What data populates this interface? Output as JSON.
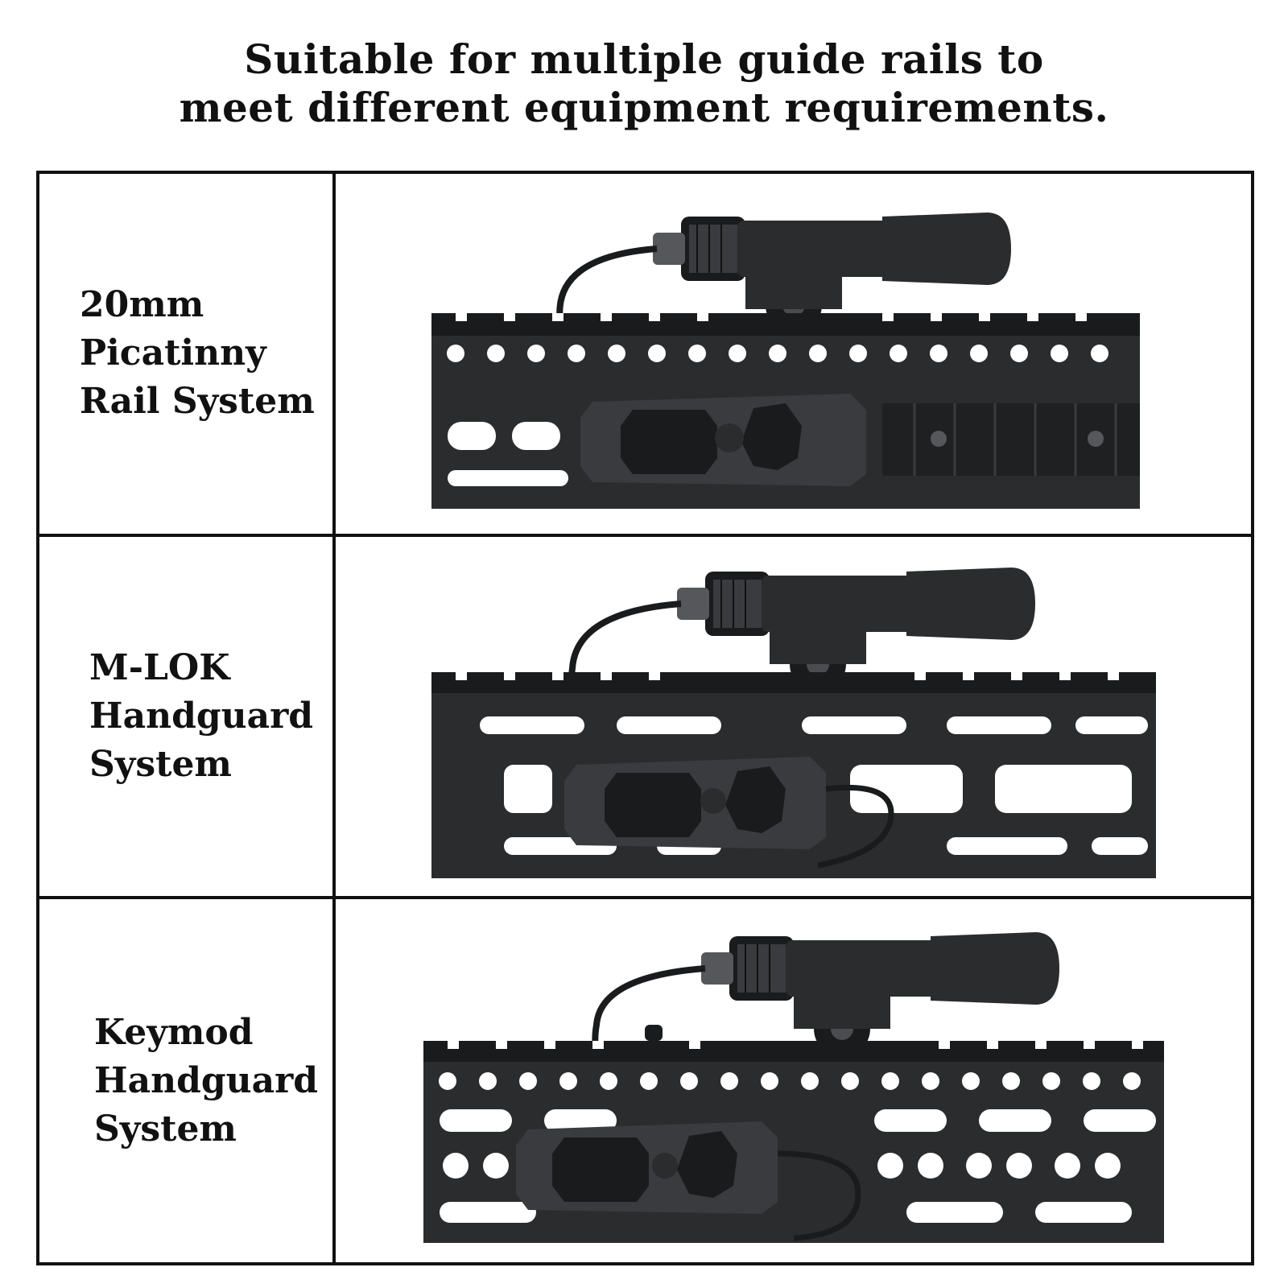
{
  "headline": {
    "line1": "Suitable for multiple guide rails to",
    "line2": "meet different equipment requirements."
  },
  "rows": [
    {
      "lines": [
        "20mm",
        "Picatinny",
        "Rail System"
      ],
      "rail_style": "picatinny"
    },
    {
      "lines": [
        "M-LOK",
        "Handguard",
        "System"
      ],
      "rail_style": "mlok"
    },
    {
      "lines": [
        "Keymod",
        "Handguard",
        "System"
      ],
      "rail_style": "keymod"
    }
  ],
  "colors": {
    "border": "#111111",
    "metal": "#2b2c2e",
    "metal_dark": "#1a1b1d",
    "metal_light": "#4a4c50",
    "background": "#ffffff"
  }
}
